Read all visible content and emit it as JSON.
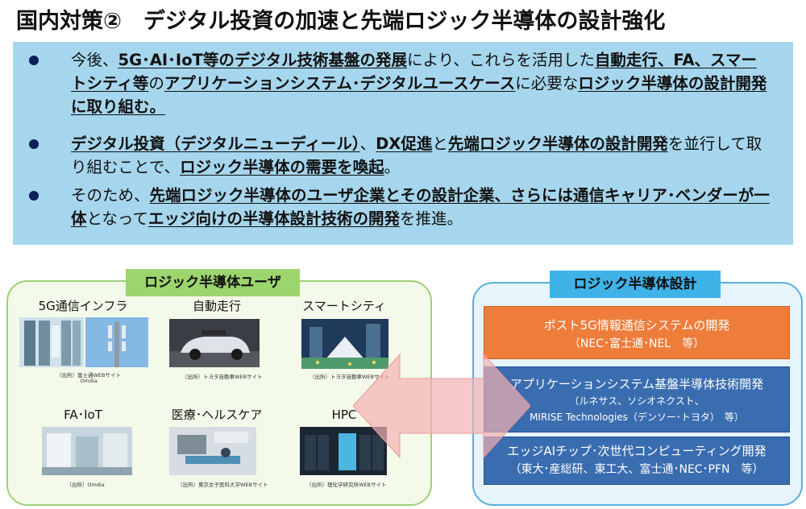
{
  "title": "国内対策②　デジタル投資の加速と先端ロジック半導体の設計強化",
  "bullets": [
    {
      "segments": [
        {
          "t": "今後、",
          "u": false
        },
        {
          "t": "5G･AI･IoT等のデジタル技術基盤の発展",
          "u": true
        },
        {
          "t": "により、これらを活用した",
          "u": false
        },
        {
          "t": "自動走行、FA、スマートシティ等",
          "u": true
        },
        {
          "t": "の",
          "u": false
        },
        {
          "t": "アプリケーションシステム･デジタルユースケース",
          "u": true
        },
        {
          "t": "に必要な",
          "u": false
        },
        {
          "t": "ロジック半導体の設計開発に取り組む。",
          "u": true
        }
      ]
    },
    {
      "segments": [
        {
          "t": "デジタル投資（デジタルニューディール）",
          "u": true
        },
        {
          "t": "、",
          "u": false
        },
        {
          "t": "DX促進",
          "u": true
        },
        {
          "t": "と",
          "u": false
        },
        {
          "t": "先端ロジック半導体の設計開発",
          "u": true
        },
        {
          "t": "を並行して取り組むことで、",
          "u": false
        },
        {
          "t": "ロジック半導体の需要を喚起",
          "u": true
        },
        {
          "t": "。",
          "u": false
        }
      ]
    },
    {
      "segments": [
        {
          "t": "そのため、",
          "u": false
        },
        {
          "t": "先端ロジック半導体のユーザ企業とその設計企業、さらには通信キャリア･ベンダーが一体",
          "u": true
        },
        {
          "t": "となって",
          "u": false
        },
        {
          "t": "エッジ向けの半導体設計技術の開発",
          "u": true
        },
        {
          "t": "を推進。",
          "u": false
        }
      ]
    }
  ],
  "users": {
    "label": "ロジック半導体ユーザ",
    "items": [
      {
        "name": "5G通信インフラ",
        "source1": "（出所）富士通WEBサイト",
        "source2": "Omdia"
      },
      {
        "name": "自動走行",
        "source1": "（出所）トヨタ自動車WEBサイト",
        "source2": ""
      },
      {
        "name": "スマートシティ",
        "source1": "（出所）トヨタ自動車WEBサイト",
        "source2": ""
      },
      {
        "name": "FA･IoT",
        "source1": "（出所）Omdia",
        "source2": ""
      },
      {
        "name": "医療･ヘルスケア",
        "source1": "（出所）東京女子医科大学WEBサイト",
        "source2": ""
      },
      {
        "name": "HPC",
        "source1": "（出所）理化学研究所WEBサイト",
        "source2": ""
      }
    ]
  },
  "design": {
    "label": "ロジック半導体設計",
    "boxes": [
      {
        "line1": "ポスト5G情報通信システムの開発",
        "line2": "（NEC･富士通･NEL　等）"
      },
      {
        "line1": "アプリケーションシステム基盤半導体技術開発",
        "line2": "（ルネサス、ソシオネクスト、",
        "line3": "MIRISE Technologies（デンソー･トヨタ）　等）"
      },
      {
        "line1": "エッジAIチップ･次世代コンピューティング開発",
        "line2": "（東大･産総研、東工大、富士通･NEC･PFN　等）"
      }
    ]
  },
  "colors": {
    "bullet_bg": "#a6d6ed",
    "users_label": "#9cd46e",
    "design_label": "#3fb3e8",
    "orange_box": "#ee7d3b",
    "blue_box": "#3a6db0",
    "arrow": "#f4b0b0"
  }
}
